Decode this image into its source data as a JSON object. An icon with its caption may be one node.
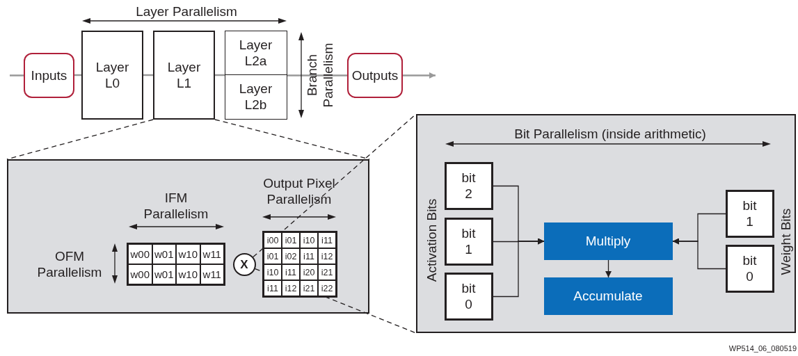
{
  "diagram": {
    "nodes": [
      {
        "text": [
          "Inputs"
        ]
      },
      {
        "text": [
          "Layer L0"
        ]
      },
      {
        "text": [
          "Layer L1"
        ]
      },
      {
        "text": [],
        "shape": "box"
      },
      {
        "text": [
          "Layer L2a"
        ],
        "in": 3
      },
      {
        "text": [
          "Layer L2b"
        ],
        "in": 3
      },
      {
        "text": [
          "Outputs"
        ]
      },
      {
        "text": [],
        "shape": "box"
      },
      {
        "text": [
          "X"
        ],
        "in": 7
      },
      {
        "text": [],
        "shape": "box"
      },
      {
        "text": [
          "bit 2"
        ],
        "in": 9
      },
      {
        "text": [
          "bit 1"
        ],
        "in": 9
      },
      {
        "text": [
          "bit 0"
        ],
        "in": 9
      },
      {
        "text": [
          "Multiply"
        ],
        "in": 9
      },
      {
        "text": [
          "Accumulate"
        ],
        "in": 9
      },
      {
        "text": [
          "bit 1"
        ],
        "in": 9
      },
      {
        "text": [
          "bit 0"
        ],
        "in": 9
      }
    ],
    "edges": [
      {
        "from": null,
        "to": 0,
        "arrow": "none",
        "color": "#999999"
      },
      {
        "from": 0,
        "to": 1,
        "arrow": "none",
        "color": "#999999"
      },
      {
        "from": 1,
        "to": 2,
        "arrow": "none",
        "color": "#999999"
      },
      {
        "from": 2,
        "to": 3,
        "arrow": "none",
        "color": "#999999"
      },
      {
        "from": 3,
        "to": 6,
        "arrow": "none",
        "color": "#999999"
      },
      {
        "from": 6,
        "to": null,
        "arrow": "to",
        "color": "#999999"
      },
      {
        "from": 2,
        "to": 7,
        "arrow": "none",
        "style": "dashed"
      },
      {
        "from": 2,
        "to": 7,
        "arrow": "none",
        "style": "dashed"
      },
      {
        "from": 8,
        "to": 9,
        "arrow": "none",
        "style": "dashed"
      },
      {
        "from": 8,
        "to": 9,
        "arrow": "none",
        "style": "dashed"
      },
      {
        "from": 10,
        "to": 13,
        "arrow": "to"
      },
      {
        "from": 11,
        "to": 13,
        "arrow": "to"
      },
      {
        "from": 12,
        "to": 13,
        "arrow": "to"
      },
      {
        "from": 15,
        "to": 13,
        "arrow": "to"
      },
      {
        "from": 16,
        "to": 13,
        "arrow": "to"
      },
      {
        "from": 13,
        "to": 14,
        "arrow": "to"
      }
    ],
    "labels": [
      "Layer Parallelism",
      "Branch Parallelism",
      "IFM Parallelism",
      "Output Pixel Parallelism",
      "OFM Parallelism",
      "w00",
      "w01",
      "w10",
      "w11",
      "w00",
      "w01",
      "w10",
      "w11",
      "i00",
      "i01",
      "i10",
      "i11",
      "i01",
      "i02",
      "i11",
      "i12",
      "i10",
      "i11",
      "i20",
      "i21",
      "i11",
      "i12",
      "i21",
      "i22",
      "Bit Parallelism (inside arithmetic)",
      "Activation Bits",
      "Weight Bits",
      "WP514_06_080519"
    ]
  }
}
